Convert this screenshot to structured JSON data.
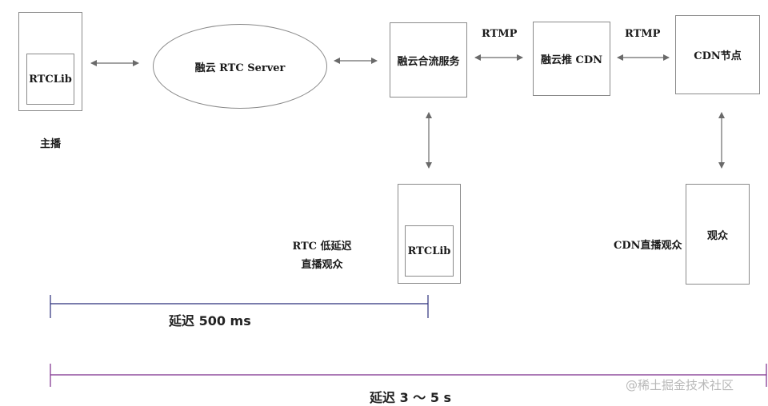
{
  "nodes": {
    "host_box_lib": "RTCLib",
    "host_label": "主播",
    "rtc_server": "融云 RTC Server",
    "mix_service": "融云合流服务",
    "push_cdn": "融云推 CDN",
    "cdn_node": "CDN节点",
    "rtc_viewer_lib": "RTCLib",
    "rtc_viewer_label_line1": "RTC 低延迟",
    "rtc_viewer_label_line2": "直播观众",
    "cdn_viewer_label": "CDN直播观众",
    "cdn_viewer_box": "观众"
  },
  "edges": {
    "mix_to_push_label": "RTMP",
    "push_to_cdn_label": "RTMP"
  },
  "latency": {
    "short": "延迟 500 ms",
    "long": "延迟 3 ～ 5 s"
  },
  "watermark": "@稀土掘金技术社区",
  "colors": {
    "short_bracket": "#2a2f7a",
    "long_bracket": "#7a2a8a",
    "arrow": "#6a6a6a"
  }
}
